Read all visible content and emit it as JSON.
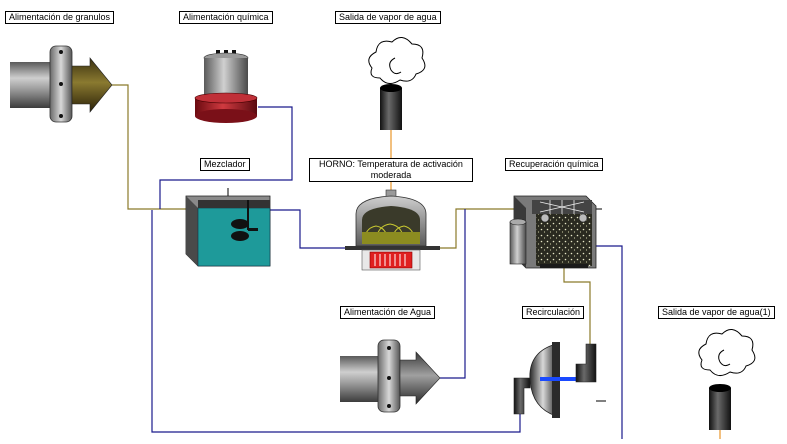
{
  "labels": {
    "alimentacion_granulos": "Alimentación de granulos",
    "alimentacion_quimica": "Alimentación química",
    "salida_vapor": "Salida de vapor de agua",
    "mezclador": "Mezclador",
    "horno": "HORNO: Temperatura de activación moderada",
    "recuperacion_quimica": "Recuperación química",
    "alimentacion_agua": "Alimentación de Agua",
    "recirculacion": "Recirculación",
    "salida_vapor_1": "Salida de vapor de agua(1)"
  },
  "icons": {
    "granule_pipe": "pipe-inlet-icon",
    "chemical_tank": "tank-icon",
    "steam_outlet": "steam-vent-icon",
    "mixer": "mixer-tank-icon",
    "furnace": "furnace-icon",
    "recovery": "chemical-recovery-icon",
    "water_pipe": "pipe-inlet-icon",
    "pump": "pump-icon",
    "steam_outlet_1": "steam-vent-icon"
  },
  "colors": {
    "granule_line": "#8B7A2A",
    "chemical_line": "#1A1A8C",
    "steam_line": "#E8962A",
    "mixer_fluid": "#1E9A9A",
    "tank_base": "#B8202A",
    "heater": "#E02020",
    "furnace_fluid": "#8C8C20"
  }
}
